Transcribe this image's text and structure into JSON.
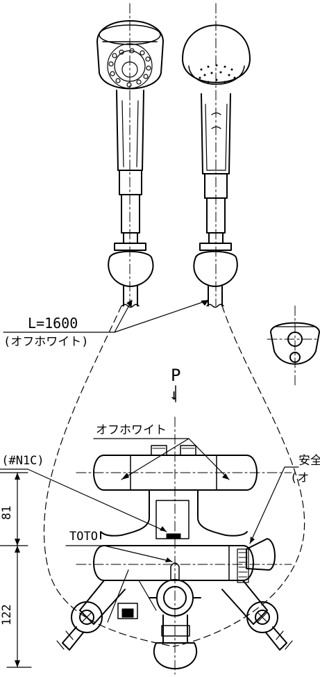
{
  "labels": {
    "hose_length": "L=1600",
    "hose_color": "(オフホワイト)",
    "view_p": "P",
    "view_p_arrow": "↓",
    "handle_color": "オフホワイト",
    "body_color": ")(#N1C)",
    "brand": "TOTO",
    "safety_button": "安全",
    "safety_button_color": "(オ"
  },
  "dimensions": {
    "height_upper": "81",
    "height_lower": "122"
  }
}
